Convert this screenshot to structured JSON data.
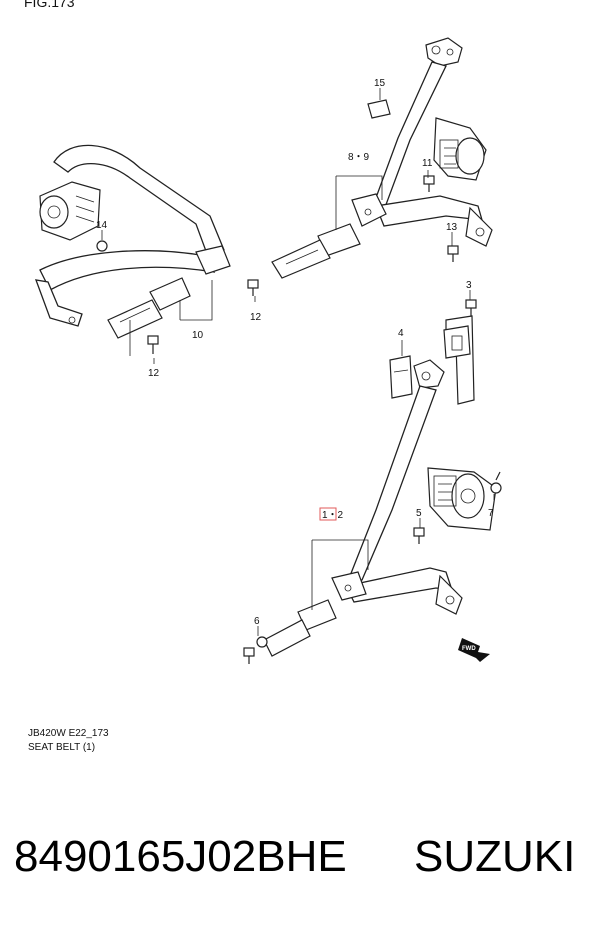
{
  "figure": {
    "fig_label": "FIG.173",
    "diagram_code": "JB420W E22_173",
    "diagram_title": "SEAT BELT (1)",
    "callouts": [
      "15",
      "8・9",
      "11",
      "13",
      "14",
      "12",
      "10",
      "12",
      "3",
      "4",
      "1・2",
      "5",
      "7",
      "6"
    ],
    "fwd_label": "FWD",
    "highlight_color": "#e05a5a"
  },
  "footer": {
    "part_number": "8490165J02BHE",
    "brand": "SUZUKI"
  }
}
